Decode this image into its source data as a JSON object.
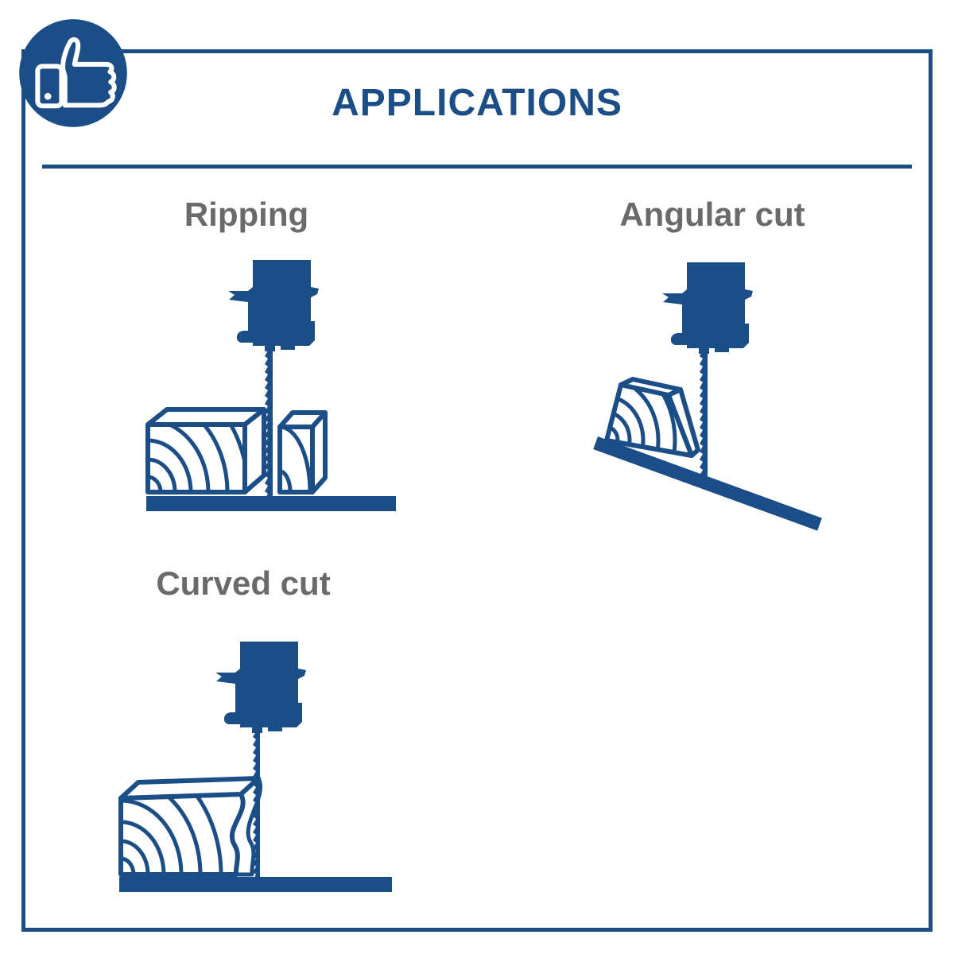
{
  "page": {
    "title": "APPLICATIONS"
  },
  "badge": {
    "icon": "thumbs-up-icon"
  },
  "sections": [
    {
      "label": "Ripping",
      "illustration": "vertical-bandsaw-ripping-two-wood-blocks"
    },
    {
      "label": "Angular cut",
      "illustration": "vertical-bandsaw-on-tilted-table-with-wedge-block"
    },
    {
      "label": "Curved cut",
      "illustration": "vertical-bandsaw-curved-cut-through-wood-block"
    }
  ],
  "colors": {
    "brand_blue": "#1b4e87",
    "label_gray": "#6a6a6a",
    "background": "#ffffff"
  }
}
